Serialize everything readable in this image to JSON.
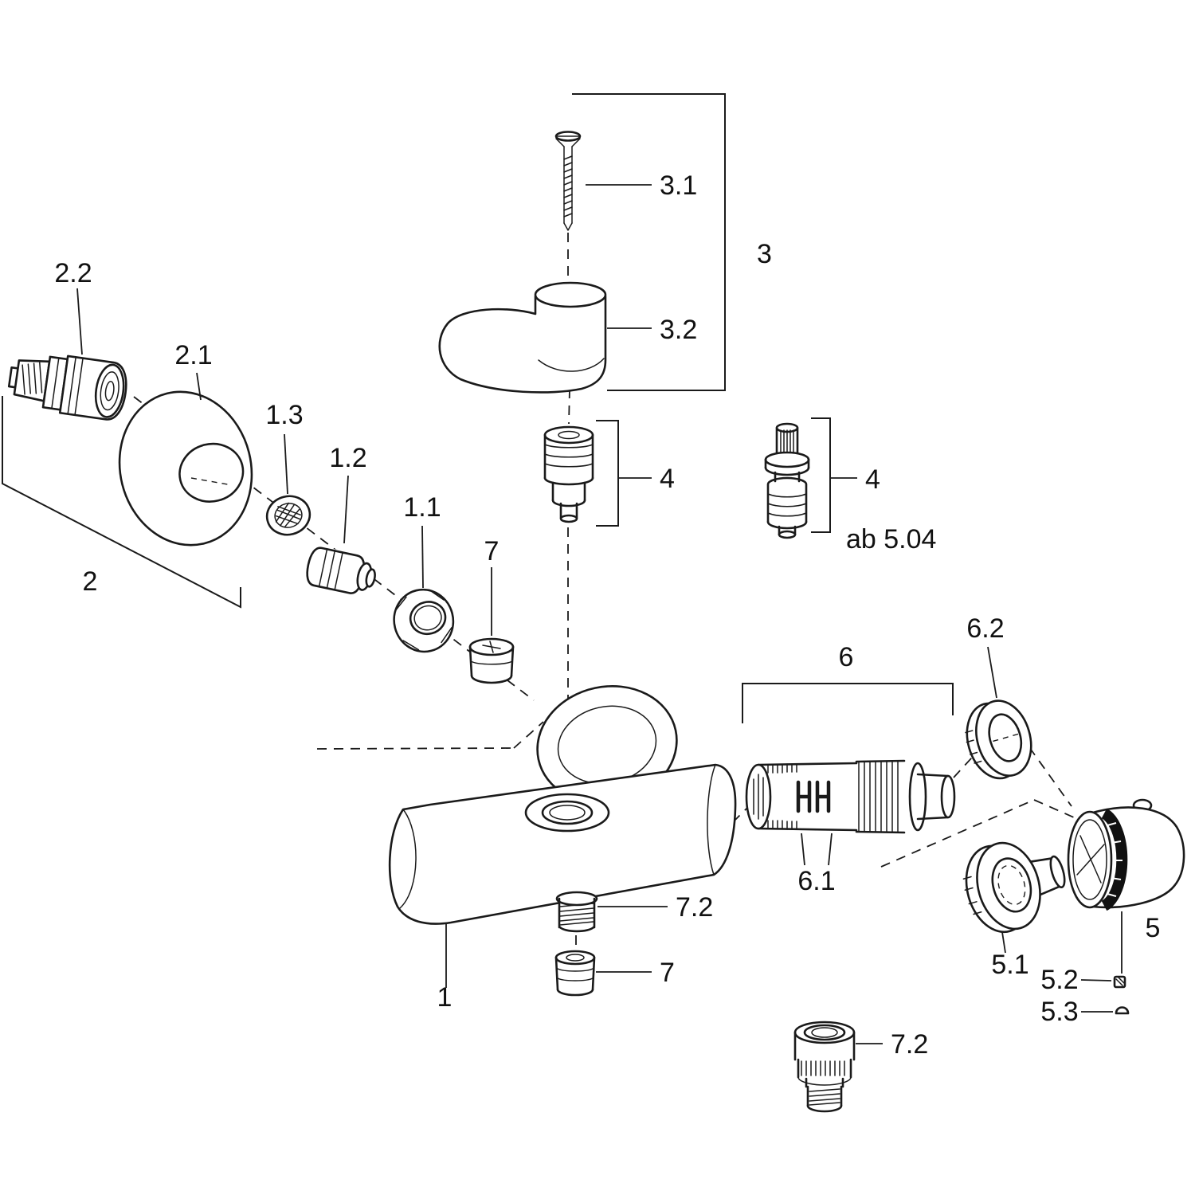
{
  "diagram": {
    "colors": {
      "line": "#1a1a1a",
      "text": "#111111",
      "background": "#ffffff"
    },
    "labels": {
      "part_3_1": "3.1",
      "part_3": "3",
      "part_3_2": "3.2",
      "part_4_left": "4",
      "part_4_right": "4",
      "note_ab": "ab 5.04",
      "part_2_2": "2.2",
      "part_2_1": "2.1",
      "part_2": "2",
      "part_1_3": "1.3",
      "part_1_2": "1.2",
      "part_1_1": "1.1",
      "part_7_upper": "7",
      "part_1": "1",
      "part_7_2_body": "7.2",
      "part_7_lower": "7",
      "part_6": "6",
      "part_6_1": "6.1",
      "part_6_2": "6.2",
      "part_5_1": "5.1",
      "part_5_2": "5.2",
      "part_5_3": "5.3",
      "part_5": "5",
      "part_7_2_valve": "7.2"
    }
  }
}
